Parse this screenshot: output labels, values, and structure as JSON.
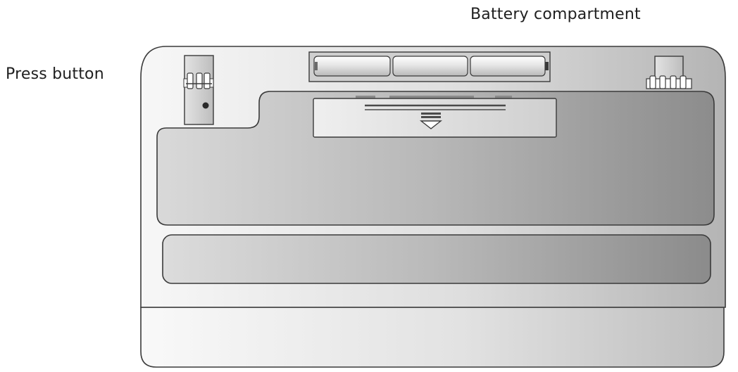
{
  "labels": {
    "press_button": "Press button",
    "battery_compartment": "Battery compartment"
  },
  "colors": {
    "outline": "#3a3a3a",
    "body_light": "#f4f4f4",
    "body_dark": "#bdbdbd",
    "panel_light": "#d8d8d8",
    "panel_dark": "#8e8e8e"
  },
  "icons": {
    "press_button": "round-push-button",
    "clips": "latch-clip",
    "battery_cover_release": "triangle-down-arrow",
    "batteries": "cylindrical-battery"
  },
  "batteries": {
    "count": 3
  }
}
